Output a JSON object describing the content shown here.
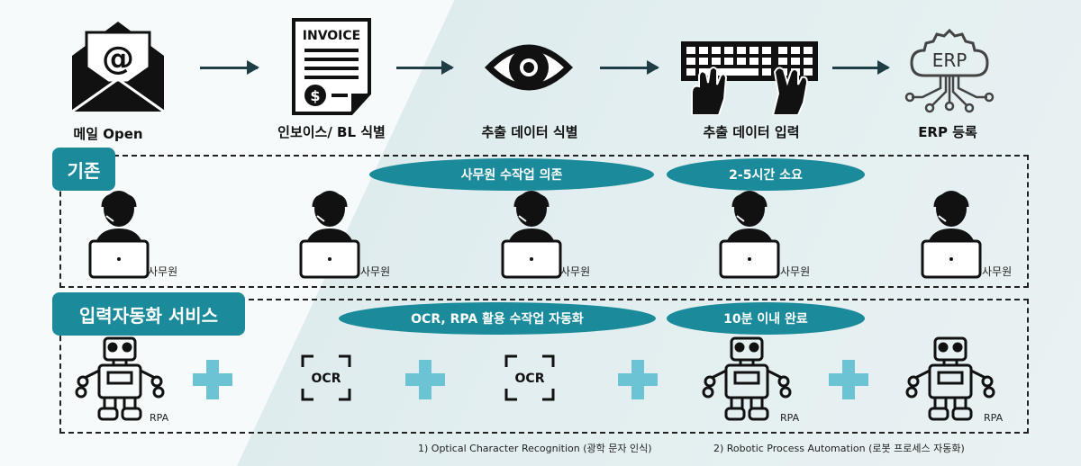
{
  "steps": [
    {
      "label": "메일 Open",
      "icon": "email-icon"
    },
    {
      "label": "인보이스/ BL 식별",
      "icon": "invoice-icon",
      "icon_text": "INVOICE"
    },
    {
      "label": "추출 데이터 식별",
      "icon": "eye-icon"
    },
    {
      "label": "추출 데이터 입력",
      "icon": "keyboard-icon"
    },
    {
      "label": "ERP 등록",
      "icon": "erp-icon",
      "icon_text": "ERP"
    }
  ],
  "existing": {
    "tag": "기존",
    "pills": [
      "사무원 수작업 의존",
      "2-5시간 소요"
    ],
    "worker_label": "사무원"
  },
  "automation": {
    "tag": "입력자동화 서비스",
    "pills": [
      "OCR, RPA 활용 수작업 자동화",
      "10분 이내 완료"
    ],
    "rpa_label": "RPA",
    "ocr_label": "OCR"
  },
  "footnotes": [
    "1) Optical Character Recognition (광학 문자 인식)",
    "2) Robotic Process Automation (로봇 프로세스 자동화)"
  ],
  "colors": {
    "accent": "#1b8a9a",
    "plus": "#6cc3d3",
    "dark": "#1f3d44"
  }
}
